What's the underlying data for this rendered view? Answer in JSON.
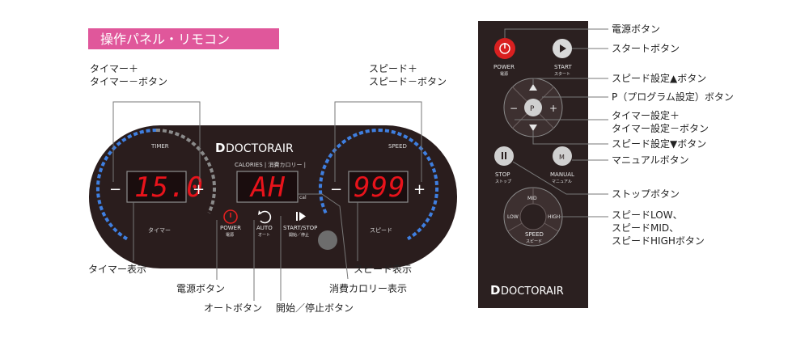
{
  "title_tag": "操作パネル・リモコン",
  "brand": "DOCTORAIR",
  "panel": {
    "timer_label": "TIMER",
    "timer_label_jp": "タイマー",
    "timer_value": "15.0",
    "speed_label": "SPEED",
    "speed_label_jp": "スピード",
    "speed_value": "999",
    "calories_label": "CALORIES | 消費カロリー |",
    "calories_value": "AH",
    "calories_unit": "cal",
    "minus": "−",
    "plus": "+",
    "power": "POWER",
    "power_jp": "電源",
    "auto": "AUTO",
    "auto_jp": "オート",
    "startstop": "START/STOP",
    "startstop_jp": "開始／停止"
  },
  "panel_annotations": {
    "timer_pm": [
      "タイマー＋",
      "タイマー－ボタン"
    ],
    "speed_pm": [
      "スピード＋",
      "スピード－ボタン"
    ],
    "timer_display": "タイマー表示",
    "power_button": "電源ボタン",
    "auto_button": "オートボタン",
    "startstop_button": "開始／停止ボタン",
    "speed_display": "スピード表示",
    "calories_display": "消費カロリー表示"
  },
  "remote": {
    "power": "POWER",
    "power_jp": "電源",
    "start": "START",
    "start_jp": "スタート",
    "p": "P",
    "minus": "−",
    "plus": "+",
    "stop": "STOP",
    "stop_jp": "ストップ",
    "manual": "MANUAL",
    "manual_jp": "マニュアル",
    "m": "M",
    "mid": "MID",
    "low": "LOW",
    "high": "HIGH",
    "speed": "SPEED",
    "speed_jp": "スピード",
    "brand": "DOCTORAIR"
  },
  "remote_annotations": {
    "power": "電源ボタン",
    "start": "スタートボタン",
    "speed_up": "スピード設定▲ボタン",
    "program": "P（プログラム設定）ボタン",
    "timer_pm": [
      "タイマー設定＋",
      "タイマー設定－ボタン"
    ],
    "speed_down": "スピード設定▼ボタン",
    "manual": "マニュアルボタン",
    "stop": "ストップボタン",
    "speed_lmh": [
      "スピードLOW、",
      "スピードMID、",
      "スピードHIGHボタン"
    ]
  },
  "colors": {
    "tag_bg": "#e0579b",
    "panel_bg": "#2a1d1d",
    "remote_bg": "#2b2020",
    "led_red": "#e8131b",
    "arc_blue": "#3f7fe0",
    "arc_gray": "#8a8a8a",
    "power_red": "#d92020"
  },
  "icons": [
    "power-icon",
    "refresh-icon",
    "play-pause-icon",
    "play-icon",
    "pause-icon",
    "triangle-up-icon",
    "triangle-down-icon",
    "doctorair-logo-icon"
  ]
}
